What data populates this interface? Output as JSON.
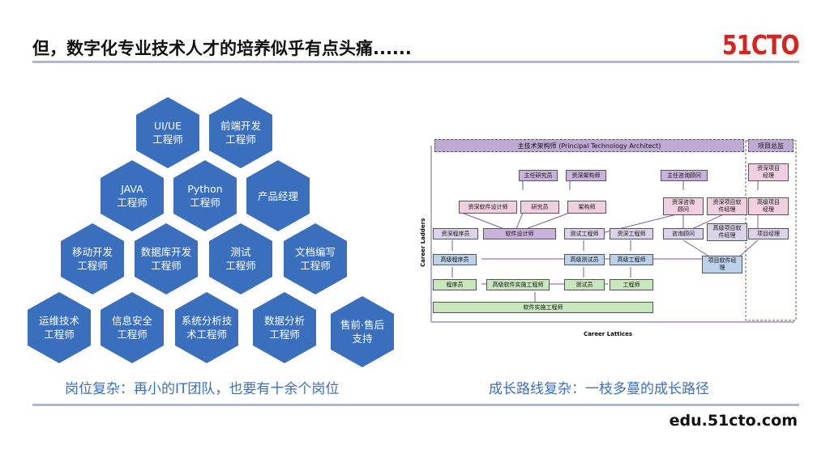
{
  "header": {
    "title": "但，数字化专业技术人才的培养似乎有点头痛......",
    "logo_text": "51CTO"
  },
  "hexagons": [
    "UI/UE\n工程师",
    "前端开发\n工程师",
    "JAVA\n工程师",
    "Python\n工程师",
    "产品经理",
    "移动开发\n工程师",
    "数据库开发\n工程师",
    "测试\n工程师",
    "文档编写\n工程师",
    "运维技术\n工程师",
    "信息安全\n工程师",
    "系统分析技\n术工程师",
    "数据分析\n工程师",
    "售前·售后\n支持"
  ],
  "captions": {
    "left": "岗位复杂：再小的IT团队，也要有十余个岗位",
    "right": "成长路线复杂：一枝多蔓的成长路径"
  },
  "diagram": {
    "head": "主技术架构师 (Principal Technology Architect)",
    "project_director": "项目总监",
    "y_axis": "Career Ladders",
    "x_axis": "Career Lattices",
    "nodes": {
      "chief_researcher": "主任研究员",
      "senior_architect": "资深架构师",
      "chief_consultant": "主任咨询顾问",
      "senior_pm": "资深项目\n经理",
      "senior_sw_designer": "资深软件设计师",
      "researcher": "研究员",
      "architect": "架构师",
      "senior_consultant": "资深咨询\n顾问",
      "senior_project_sw_mgr": "资深项目软\n件经理",
      "high_pm": "高级项目\n经理",
      "senior_programmer": "资深程序员",
      "sw_designer": "软件设计师",
      "test_engineer": "测试工程师",
      "senior_engineer": "资深工程师",
      "consultant": "咨询顾问",
      "high_project_sw_mgr": "高级项目软\n件经理",
      "pm": "项目经理",
      "high_programmer": "高级程序员",
      "high_tester": "高级测试员",
      "high_engineer": "高级工程师",
      "project_sw_mgr": "项目软件经\n理",
      "programmer": "程序员",
      "high_impl_engineer": "高级软件实施工程师",
      "tester": "测试员",
      "engineer": "工程师",
      "impl_engineer": "软件实施工程师"
    }
  },
  "footer": {
    "url": "edu.51cto.com"
  }
}
